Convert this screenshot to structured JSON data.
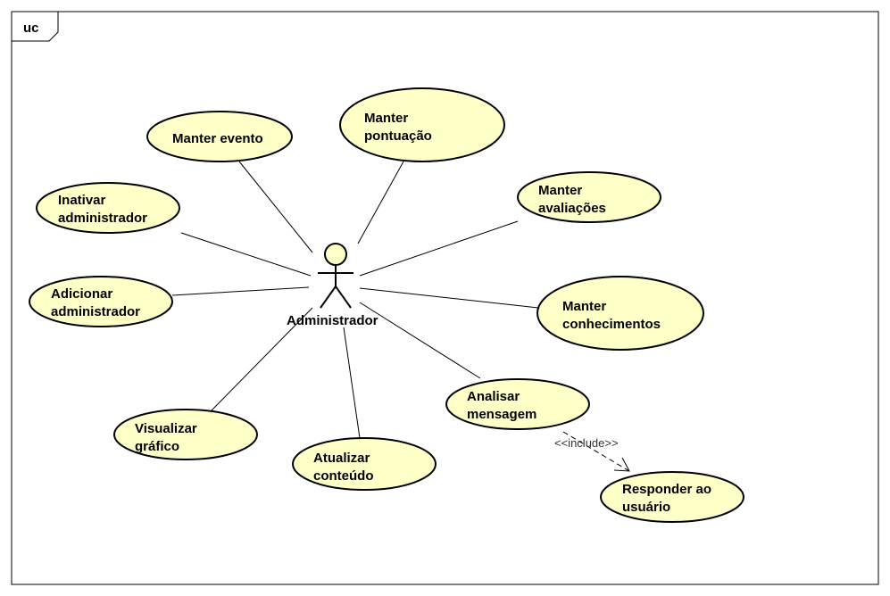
{
  "frame": {
    "tag": "uc"
  },
  "actor": {
    "name": "Administrador"
  },
  "use_cases": [
    {
      "id": "manter-evento",
      "lines": [
        "Manter evento"
      ]
    },
    {
      "id": "manter-pontuacao",
      "lines": [
        "Manter",
        "pontuação"
      ]
    },
    {
      "id": "manter-avaliacoes",
      "lines": [
        "Manter",
        "avaliações"
      ]
    },
    {
      "id": "inativar-administrador",
      "lines": [
        "Inativar",
        "administrador"
      ]
    },
    {
      "id": "adicionar-administrador",
      "lines": [
        "Adicionar",
        "administrador"
      ]
    },
    {
      "id": "manter-conhecimentos",
      "lines": [
        "Manter",
        "conhecimentos"
      ]
    },
    {
      "id": "visualizar-grafico",
      "lines": [
        "Visualizar",
        "gráfico"
      ]
    },
    {
      "id": "atualizar-conteudo",
      "lines": [
        "Atualizar",
        "conteúdo"
      ]
    },
    {
      "id": "analisar-mensagem",
      "lines": [
        "Analisar",
        "mensagem"
      ]
    },
    {
      "id": "responder-usuario",
      "lines": [
        "Responder ao",
        "usuário"
      ]
    }
  ],
  "include": {
    "label": "<<include>>",
    "from": "analisar-mensagem",
    "to": "responder-usuario"
  },
  "colors": {
    "use_case_fill": "#ffffc8",
    "stroke": "#000000"
  }
}
